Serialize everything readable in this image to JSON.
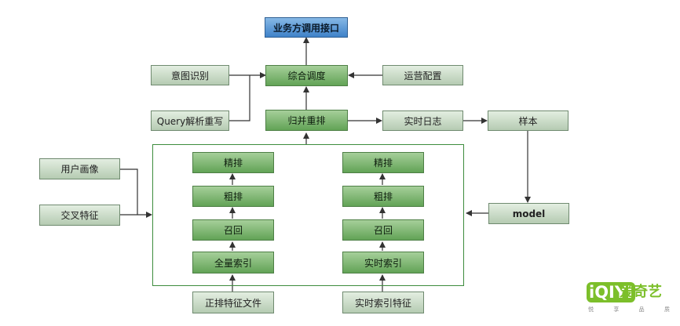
{
  "nodes": {
    "business_api": "业务方调用接口",
    "intent": "意图识别",
    "scheduler": "综合调度",
    "ops_config": "运营配置",
    "query_rewrite": "Query解析重写",
    "merge_rerank": "归并重排",
    "realtime_log": "实时日志",
    "sample": "样本",
    "user_profile": "用户画像",
    "cross_feature": "交叉特征",
    "model": "model",
    "left_fine": "精排",
    "left_coarse": "粗排",
    "left_recall": "召回",
    "left_index": "全量索引",
    "left_source": "正排特征文件",
    "right_fine": "精排",
    "right_coarse": "粗排",
    "right_recall": "召回",
    "right_index": "实时索引",
    "right_source": "实时索引特征"
  },
  "logo": {
    "mark": "iQIYI",
    "word": "爱奇艺",
    "slogan": [
      "悦",
      "享",
      "品",
      "质"
    ],
    "brand_color": "#7cbf2a"
  }
}
